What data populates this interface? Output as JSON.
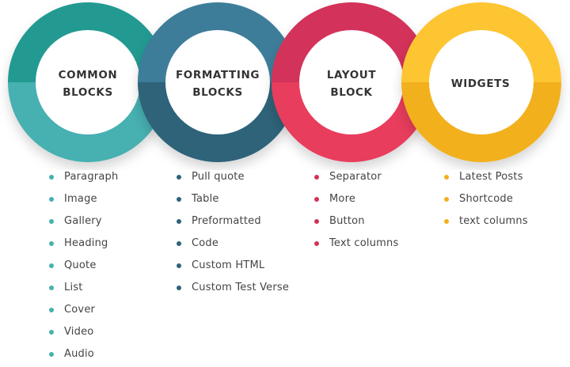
{
  "categories": [
    {
      "id": "common",
      "title_lines": [
        "COMMON",
        "BLOCKS"
      ],
      "colors": {
        "top": "#239a91",
        "bottom": "#46b0b1",
        "dot": "#46b0b1"
      },
      "items": [
        "Paragraph",
        "Image",
        "Gallery",
        "Heading",
        "Quote",
        "List",
        "Cover",
        "Video",
        "Audio"
      ]
    },
    {
      "id": "formatting",
      "title_lines": [
        "FORMATTING",
        "BLOCKS"
      ],
      "colors": {
        "top": "#3e7d9a",
        "bottom": "#2d6379",
        "dot": "#2d6379"
      },
      "items": [
        "Pull quote",
        "Table",
        "Preformatted",
        "Code",
        "Custom HTML",
        "Custom Test Verse"
      ]
    },
    {
      "id": "layout",
      "title_lines": [
        "LAYOUT",
        "BLOCK"
      ],
      "colors": {
        "top": "#d3325a",
        "bottom": "#e83d5d",
        "dot": "#d3325a"
      },
      "items": [
        "Separator",
        "More",
        "Button",
        "Text columns"
      ]
    },
    {
      "id": "widgets",
      "title_lines": [
        "WIDGETS"
      ],
      "colors": {
        "top": "#fdc530",
        "bottom": "#f2b01e",
        "dot": "#f2b01e"
      },
      "items": [
        "Latest Posts",
        "Shortcode",
        "text columns"
      ]
    }
  ]
}
